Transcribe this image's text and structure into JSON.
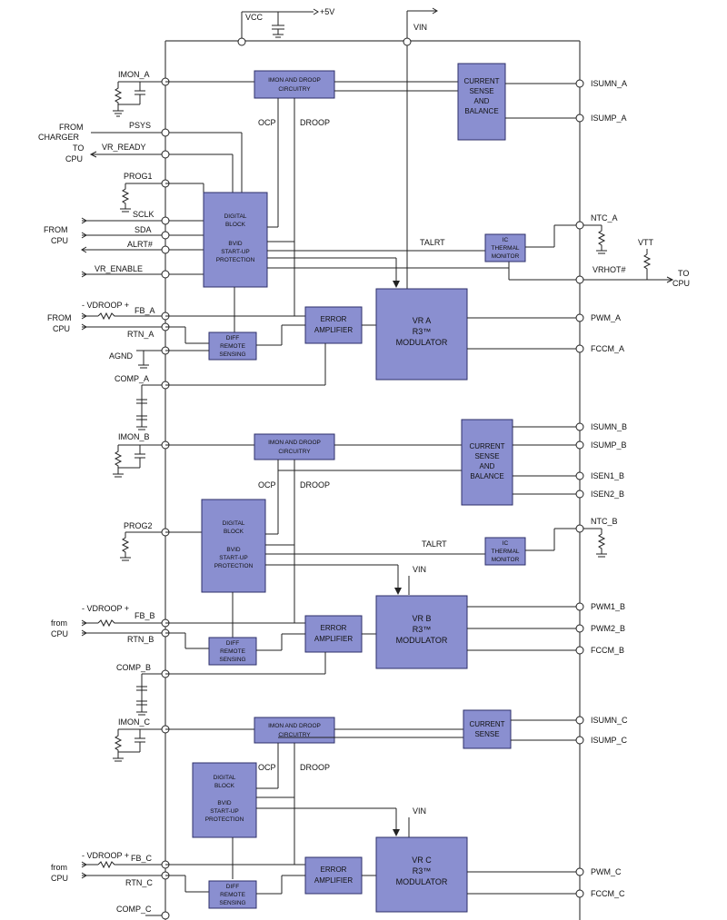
{
  "top": {
    "vcc": "VCC",
    "plus5v": "+5V",
    "vin": "VIN"
  },
  "sections": {
    "a": {
      "imon": "IMON_A",
      "imon_block": [
        "IMON AND DROOP",
        "CIRCUITRY"
      ],
      "current_block": [
        "CURRENT",
        "SENSE",
        "AND",
        "BALANCE"
      ],
      "isumn": "ISUMN_A",
      "isump": "ISUMP_A",
      "ocp": "OCP",
      "droop": "DROOP",
      "from_charger": [
        "FROM",
        "CHARGER"
      ],
      "to_cpu": [
        "TO",
        "CPU"
      ],
      "psys": "PSYS",
      "vr_ready": "VR_READY",
      "prog": "PROG1",
      "from_cpu_bus": [
        "FROM",
        "CPU"
      ],
      "sclk": "SCLK",
      "sda": "SDA",
      "alrt": "ALRT#",
      "vr_enable": "VR_ENABLE",
      "digital_block": [
        "DIGITAL",
        "BLOCK",
        "",
        "BVID",
        "START-UP",
        "PROTECTION"
      ],
      "talrt": "TALRT",
      "ntc": "NTC_A",
      "thermal_block": [
        "IC",
        "THERMAL",
        "MONITOR"
      ],
      "vtt": "VTT",
      "vrhot": "VRHOT#",
      "to_cpu_right": [
        "TO",
        "CPU"
      ],
      "vdroop": "- VDROOP +",
      "fb": "FB_A",
      "rtn": "RTN_A",
      "from_cpu_fb": [
        "FROM",
        "CPU"
      ],
      "error_block": [
        "ERROR",
        "AMPLIFIER"
      ],
      "modulator_block": [
        "VR A",
        "R3™",
        "MODULATOR"
      ],
      "pwm": "PWM_A",
      "fccm": "FCCM_A",
      "diff_block": [
        "DIFF",
        "REMOTE",
        "SENSING"
      ],
      "agnd": "AGND",
      "comp": "COMP_A"
    },
    "b": {
      "imon": "IMON_B",
      "imon_block": [
        "IMON AND DROOP",
        "CIRCUITRY"
      ],
      "current_block": [
        "CURRENT",
        "SENSE",
        "AND",
        "BALANCE"
      ],
      "isumn": "ISUMN_B",
      "isump": "ISUMP_B",
      "isen1": "ISEN1_B",
      "isen2": "ISEN2_B",
      "ocp": "OCP",
      "droop": "DROOP",
      "prog": "PROG2",
      "ntc": "NTC_B",
      "talrt": "TALRT",
      "thermal_block": [
        "IC",
        "THERMAL",
        "MONITOR"
      ],
      "digital_block": [
        "DIGITAL",
        "BLOCK",
        "",
        "BVID",
        "START-UP",
        "PROTECTION"
      ],
      "vin": "VIN",
      "vdroop": "- VDROOP +",
      "fb": "FB_B",
      "rtn": "RTN_B",
      "from_cpu": [
        "from",
        "CPU"
      ],
      "error_block": [
        "ERROR",
        "AMPLIFIER"
      ],
      "modulator_block": [
        "VR B",
        "R3™",
        "MODULATOR"
      ],
      "pwm1": "PWM1_B",
      "pwm2": "PWM2_B",
      "fccm": "FCCM_B",
      "diff_block": [
        "DIFF",
        "REMOTE",
        "SENSING"
      ],
      "comp": "COMP_B"
    },
    "c": {
      "imon": "IMON_C",
      "imon_block": [
        "IMON AND DROOP",
        "CIRCUITRY"
      ],
      "current_block": [
        "CURRENT",
        "SENSE"
      ],
      "isumn": "ISUMN_C",
      "isump": "ISUMP_C",
      "ocp": "OCP",
      "droop": "DROOP",
      "digital_block": [
        "DIGITAL",
        "BLOCK",
        "",
        "BVID",
        "START-UP",
        "PROTECTION"
      ],
      "vin": "VIN",
      "vdroop": "- VDROOP +",
      "fb": "FB_C",
      "rtn": "RTN_C",
      "from_cpu": [
        "from",
        "CPU"
      ],
      "error_block": [
        "ERROR",
        "AMPLIFIER"
      ],
      "modulator_block": [
        "VR C",
        "R3™",
        "MODULATOR"
      ],
      "pwm": "PWM_C",
      "fccm": "FCCM_C",
      "diff_block": [
        "DIFF",
        "REMOTE",
        "SENSING"
      ],
      "comp": "COMP_C"
    }
  },
  "colors": {
    "block_fill": "#8a8fd0",
    "block_stroke": "#2d2f6a",
    "wire": "#222222"
  }
}
